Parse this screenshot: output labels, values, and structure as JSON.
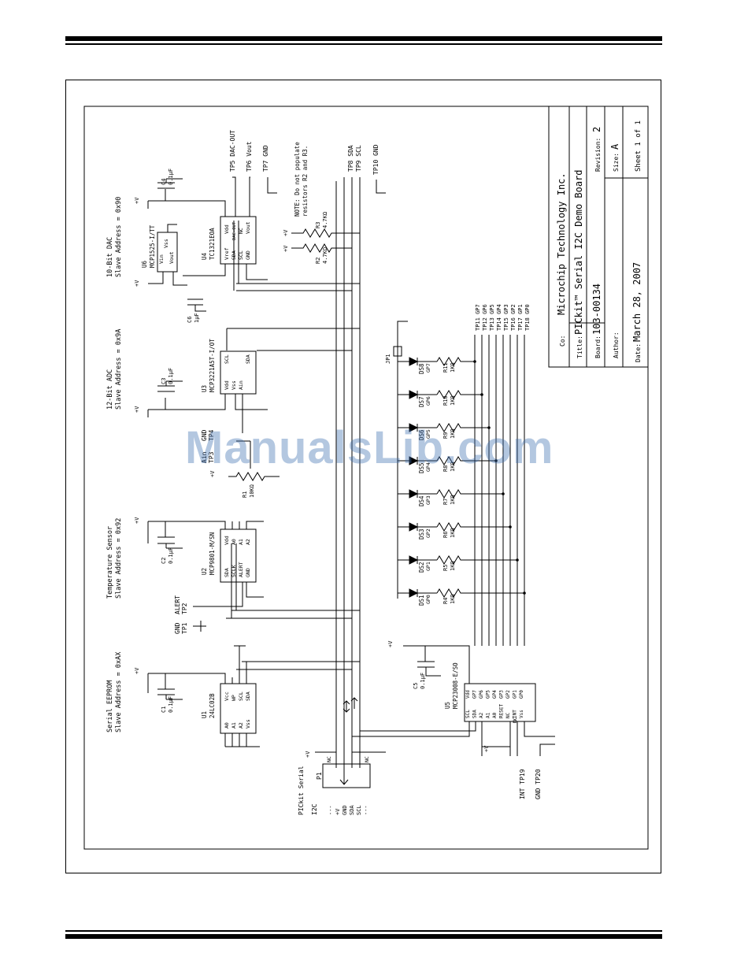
{
  "title_block": {
    "company": "Microchip Technology Inc.",
    "title": "PICkit™ Serial I2C Demo Board",
    "board": "103-00134",
    "revision": "2",
    "size": "A",
    "sheet": "Sheet 1 of 1",
    "date": "March 28, 2007",
    "labels": {
      "co": "Co:",
      "title": "Title:",
      "board": "Board:",
      "revision": "Revision:",
      "size": "Size:",
      "author": "Author:",
      "date": "Date:"
    }
  },
  "blocks": {
    "eeprom": {
      "title": "Serial EEPROM",
      "address": "Slave Address = 0xAX",
      "ref": "U1",
      "part": "24LC02B"
    },
    "temp": {
      "title": "Temperature Sensor",
      "address": "Slave Address = 0x92",
      "ref": "U2",
      "part": "MCP9801-M/SN"
    },
    "adc": {
      "title": "12-Bit ADC",
      "address": "Slave Address = 0x9A",
      "ref": "U3",
      "part": "MCP3221A5T-I/OT"
    },
    "dac": {
      "title": "10-Bit DAC",
      "address": "Slave Address = 0x90",
      "ref": "U4",
      "part": "TC1321EOA"
    },
    "vref": {
      "ref": "U6",
      "part": "MCP1525-I/TT"
    },
    "expander": {
      "ref": "U5",
      "part": "MCP23008-E/SO"
    }
  },
  "capacitors": [
    {
      "ref": "C1",
      "value": "0.1µF"
    },
    {
      "ref": "C2",
      "value": "0.1µF"
    },
    {
      "ref": "C3",
      "value": "0.1µF"
    },
    {
      "ref": "C4",
      "value": "0.1µF"
    },
    {
      "ref": "C5",
      "value": "0.1µF"
    },
    {
      "ref": "C6",
      "value": "1µF"
    }
  ],
  "resistors": [
    {
      "ref": "R1",
      "value": "10KΩ"
    },
    {
      "ref": "R2",
      "value": "4.7KΩ"
    },
    {
      "ref": "R3",
      "value": "4.7KΩ"
    },
    {
      "ref": "R4",
      "value": "1KΩ"
    },
    {
      "ref": "R5",
      "value": "1KΩ"
    },
    {
      "ref": "R6",
      "value": "1KΩ"
    },
    {
      "ref": "R7",
      "value": "1KΩ"
    },
    {
      "ref": "R8",
      "value": "1KΩ"
    },
    {
      "ref": "R9",
      "value": "1KΩ"
    },
    {
      "ref": "R10",
      "value": "1KΩ"
    },
    {
      "ref": "R11",
      "value": "1KΩ"
    }
  ],
  "leds": [
    {
      "ref": "DS1",
      "net": "GP0"
    },
    {
      "ref": "DS2",
      "net": "GP1"
    },
    {
      "ref": "DS3",
      "net": "GP2"
    },
    {
      "ref": "DS4",
      "net": "GP3"
    },
    {
      "ref": "DS5",
      "net": "GP4"
    },
    {
      "ref": "DS6",
      "net": "GP5"
    },
    {
      "ref": "DS7",
      "net": "GP6"
    },
    {
      "ref": "DS8",
      "net": "GP7"
    }
  ],
  "gpio_testpoints": [
    "TP11 GP7",
    "TP12 GP6",
    "TP13 GP5",
    "TP14 GP4",
    "TP15 GP3",
    "TP16 GP2",
    "TP17 GP1",
    "TP18 GP0"
  ],
  "testpoints": {
    "tp1": [
      "GND",
      "TP1"
    ],
    "tp2": [
      "ALERT",
      "TP2"
    ],
    "tp3": [
      "Ain",
      "TP3"
    ],
    "tp4": [
      "GND",
      "TP4"
    ],
    "tp5": "TP5  DAC-OUT",
    "tp6": "TP6  Vout",
    "tp7": "TP7  GND",
    "tp8": "TP8  SDA",
    "tp9": "TP9  SCL",
    "tp10": "TP10 GND",
    "tp19": "INT TP19",
    "tp20": "GND TP20"
  },
  "note": [
    "NOTE: Do not populate",
    "resistors R2 and R3."
  ],
  "connector": {
    "ref": "P1",
    "name": "PICkit Serial",
    "bus": "I2C",
    "pins": [
      "---",
      "+V",
      "GND",
      "SDA",
      "SCL",
      "---"
    ],
    "nc": "NC"
  },
  "jumper": "JP1",
  "power": "+V",
  "pins": {
    "eeprom_left": [
      "A0",
      "A1",
      "A2",
      "Vss"
    ],
    "eeprom_right": [
      "Vcc",
      "WP",
      "SCL",
      "SDA"
    ],
    "temp_left": [
      "SDA",
      "SCLK",
      "ALERT",
      "GND"
    ],
    "temp_right": [
      "Vdd",
      "A0",
      "A1",
      "A2"
    ],
    "adc_left": [
      "Vdd",
      "Vss",
      "Ain"
    ],
    "adc_right": [
      "SCL",
      "SDA"
    ],
    "dac_left": [
      "Vref",
      "SDA",
      "SCL",
      "GND"
    ],
    "dac_right": [
      "Vdd",
      "DAC-OUT",
      "NC",
      "Vout"
    ],
    "vref_pins": [
      "Vin",
      "Vss",
      "Vout"
    ],
    "exp_left": [
      "SCL",
      "SDA",
      "A2",
      "A1",
      "A0",
      "RESET",
      "NC",
      "INT",
      "Vss"
    ],
    "exp_right": [
      "Vdd",
      "GP7",
      "GP6",
      "GP5",
      "GP4",
      "GP3",
      "GP2",
      "GP1",
      "GP0"
    ]
  },
  "watermark": "ManualsLib.com"
}
